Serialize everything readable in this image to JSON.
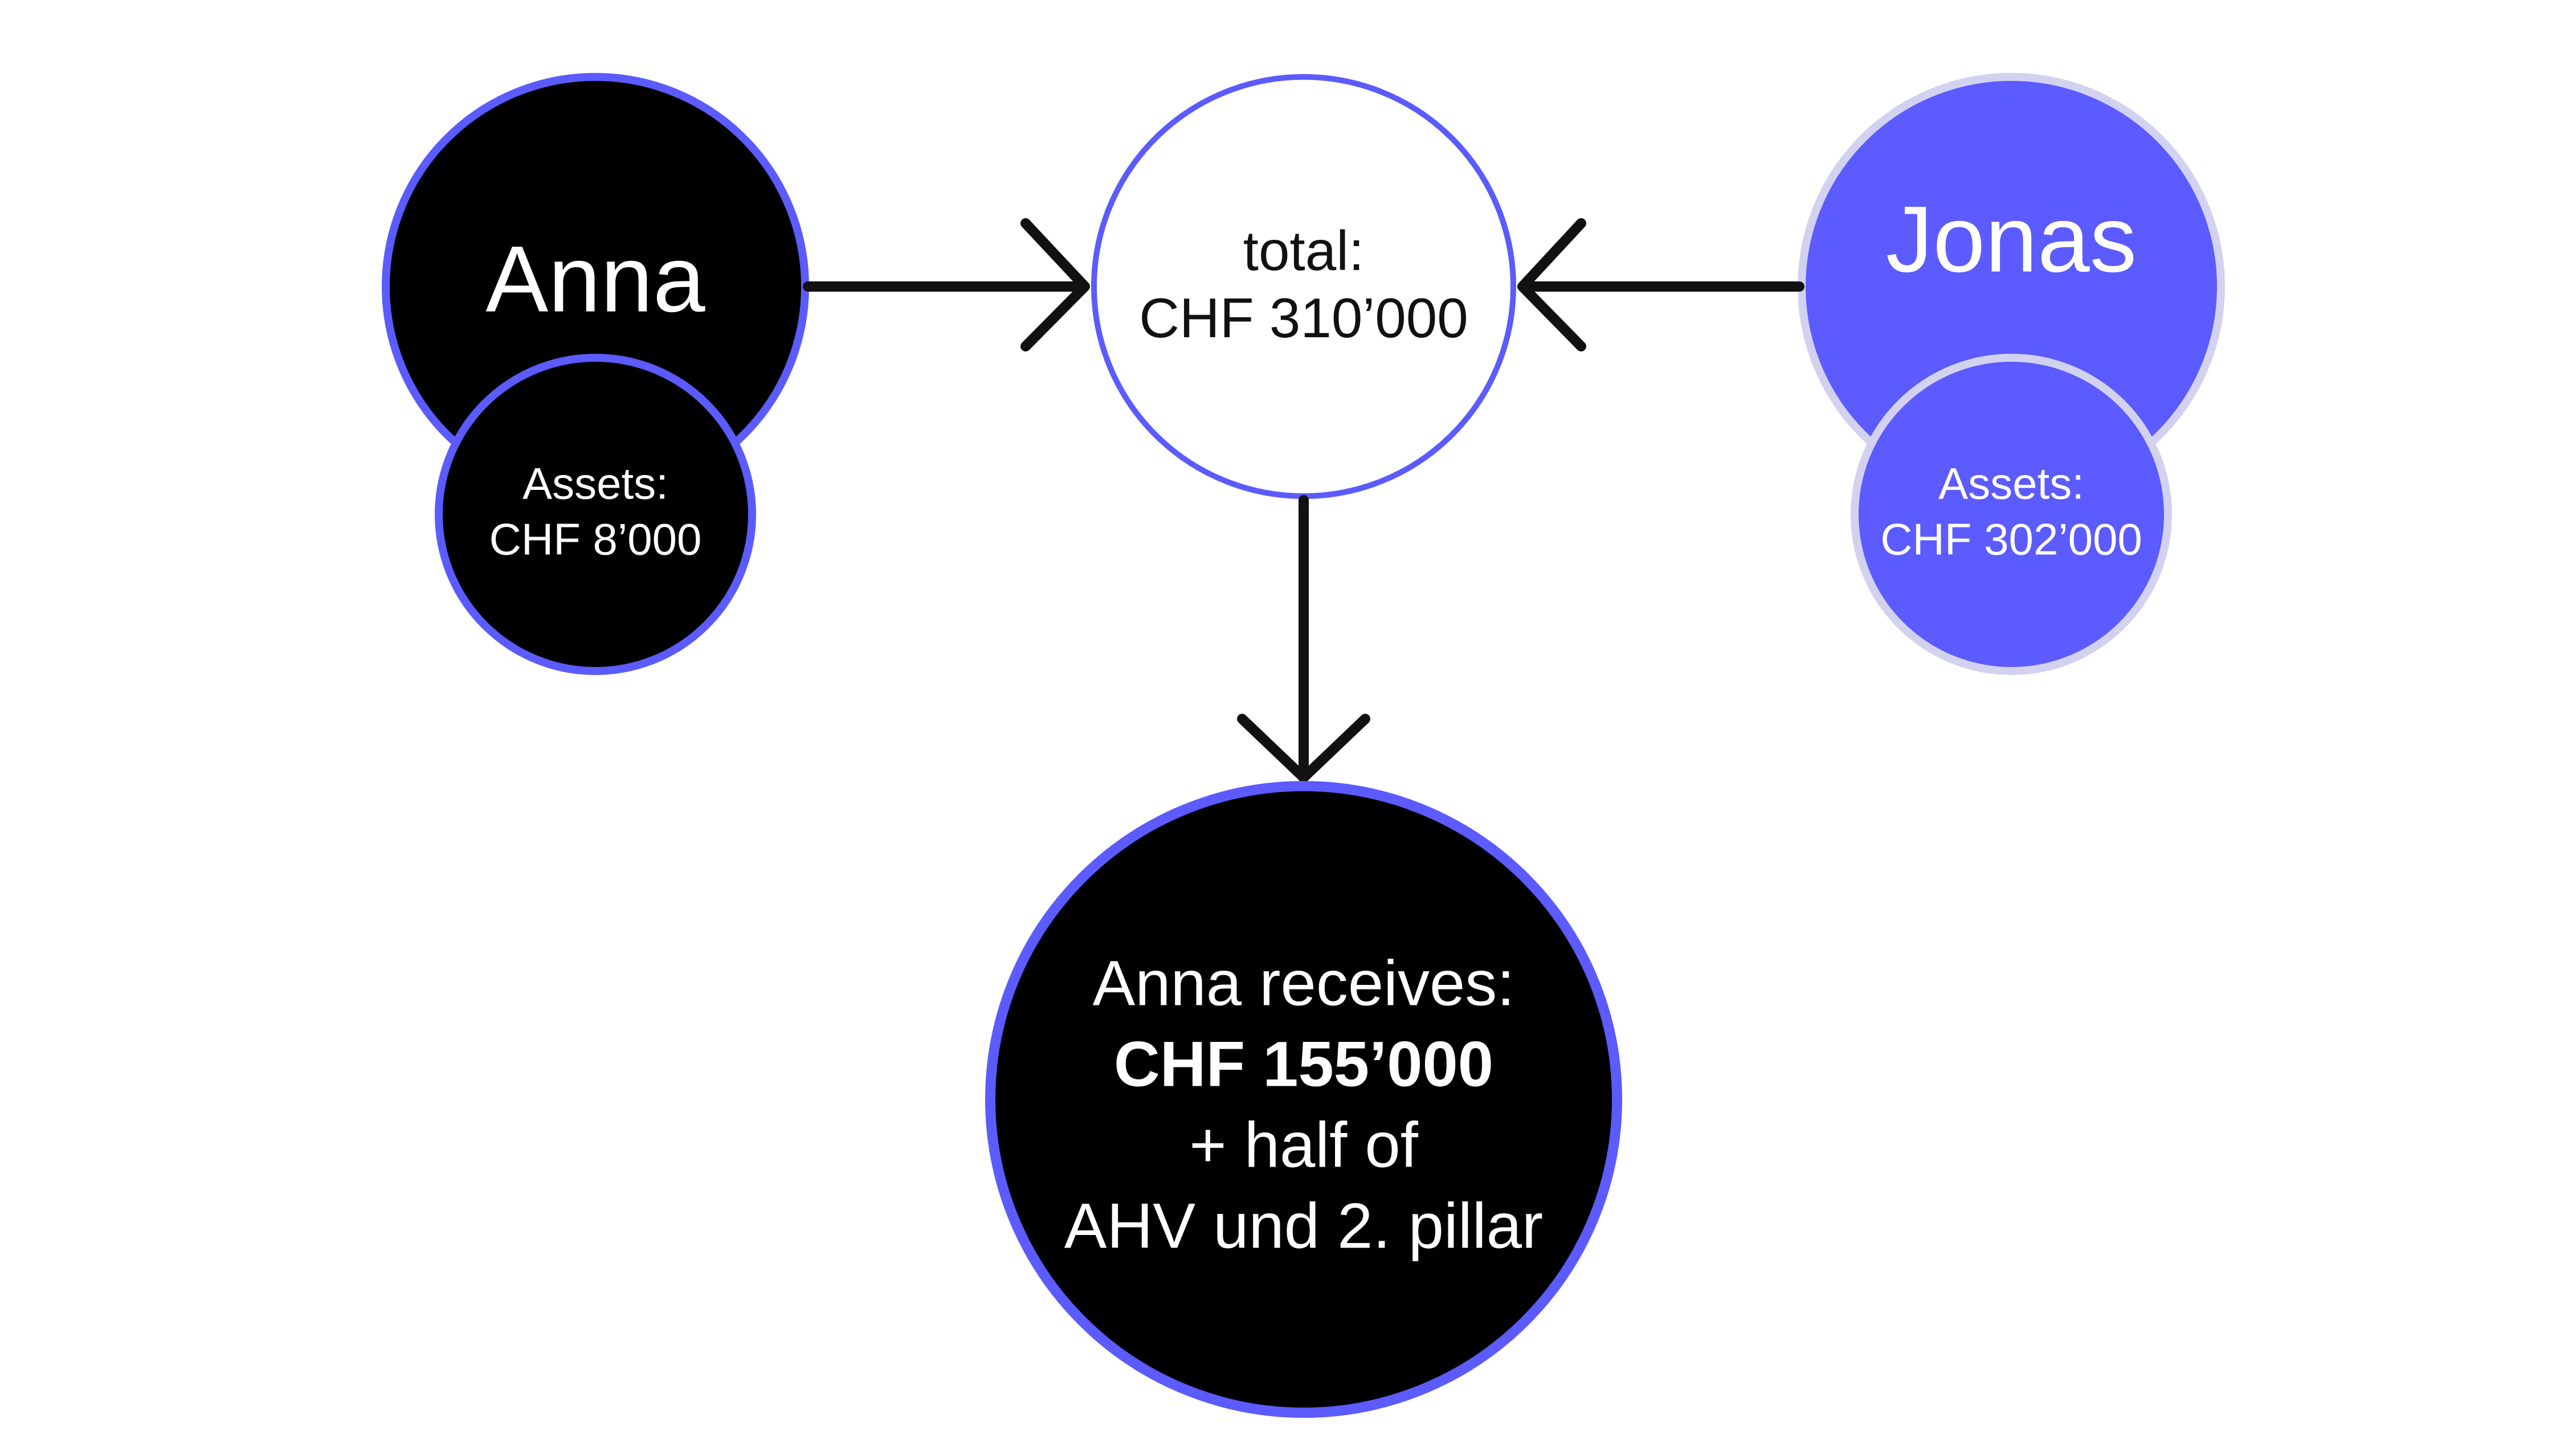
{
  "colors": {
    "background": "#ffffff",
    "black": "#000000",
    "accent": "#5b5bff",
    "accent_light_stroke": "#d2d2f0",
    "arrow": "#111111",
    "white_text": "#ffffff",
    "dark_text": "#111111"
  },
  "nodes": {
    "anna": {
      "name": "Anna",
      "assets_label": "Assets:",
      "assets_value": "CHF 8’000"
    },
    "total": {
      "label": "total:",
      "value": "CHF 310’000"
    },
    "jonas": {
      "name": "Jonas",
      "assets_label": "Assets:",
      "assets_value": "CHF 302’000"
    },
    "result": {
      "line1": "Anna receives:",
      "line2": "CHF 155’000",
      "line3": "+ half of",
      "line4": "AHV und 2. pillar"
    }
  }
}
